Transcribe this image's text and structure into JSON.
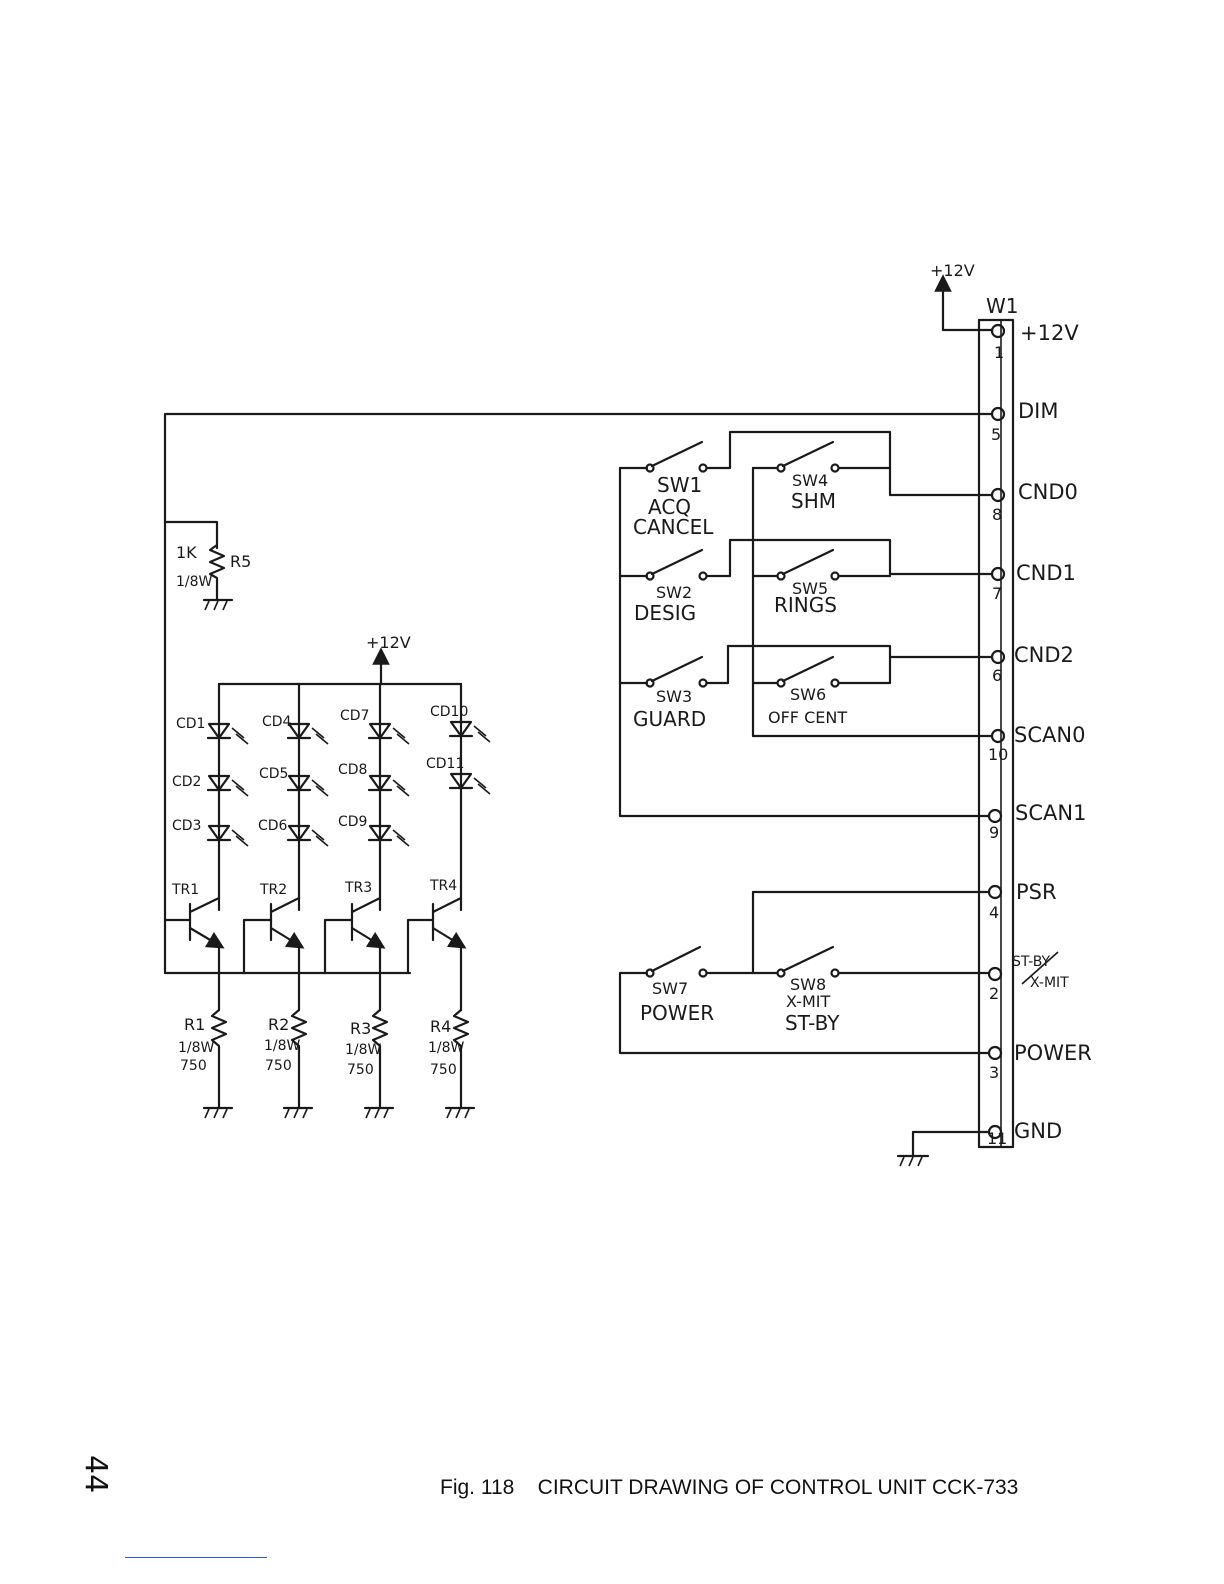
{
  "caption": "Fig. 118    CIRCUIT DRAWING OF CONTROL UNIT CCK-733",
  "page_mark": "44",
  "supply": {
    "top_label": "+12V",
    "led_label": "+12V"
  },
  "connector": {
    "label": "W1",
    "pins": [
      {
        "num": "1",
        "signal": "+12V"
      },
      {
        "num": "5",
        "signal": "DIM"
      },
      {
        "num": "8",
        "signal": "CND0"
      },
      {
        "num": "7",
        "signal": "CND1"
      },
      {
        "num": "6",
        "signal": "CND2"
      },
      {
        "num": "10",
        "signal": "SCAN0"
      },
      {
        "num": "9",
        "signal": "SCAN1"
      },
      {
        "num": "4",
        "signal": "PSR"
      },
      {
        "num": "2",
        "signal": "ST-BY",
        "signal2": "X-MIT"
      },
      {
        "num": "3",
        "signal": "POWER"
      },
      {
        "num": "11",
        "signal": "GND"
      }
    ]
  },
  "switches": [
    {
      "ref": "SW1",
      "lines": [
        "ACQ",
        "CANCEL"
      ]
    },
    {
      "ref": "SW2",
      "lines": [
        "DESIG"
      ]
    },
    {
      "ref": "SW3",
      "lines": [
        "GUARD"
      ]
    },
    {
      "ref": "SW4",
      "lines": [
        "SHM"
      ]
    },
    {
      "ref": "SW5",
      "lines": [
        "RINGS"
      ]
    },
    {
      "ref": "SW6",
      "lines": [
        "OFF CENT"
      ]
    },
    {
      "ref": "SW7",
      "lines": [
        "POWER"
      ]
    },
    {
      "ref": "SW8",
      "lines": [
        "X-MIT",
        "ST-BY"
      ]
    }
  ],
  "r5": {
    "ref": "R5",
    "value": "1K",
    "power": "1/8W"
  },
  "leds": [
    "CD1",
    "CD2",
    "CD3",
    "CD4",
    "CD5",
    "CD6",
    "CD7",
    "CD8",
    "CD9",
    "CD10",
    "CD11"
  ],
  "transistors": [
    "TR1",
    "TR2",
    "TR3",
    "TR4"
  ],
  "emitter_resistors": [
    {
      "ref": "R1",
      "power": "1/8W",
      "value": "750"
    },
    {
      "ref": "R2",
      "power": "1/8W",
      "value": "750"
    },
    {
      "ref": "R3",
      "power": "1/8W",
      "value": "750"
    },
    {
      "ref": "R4",
      "power": "1/8W",
      "value": "750"
    }
  ]
}
